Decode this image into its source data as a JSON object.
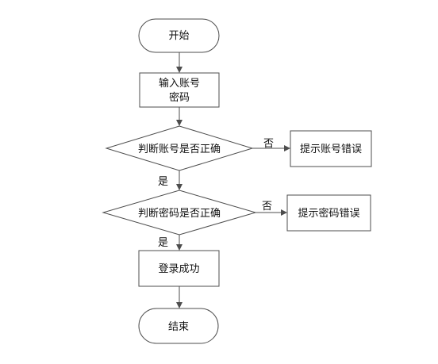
{
  "flowchart": {
    "start": "开始",
    "input_line1": "输入账号",
    "input_line2": "密码",
    "check_account": "判断账号是否正确",
    "account_error": "提示账号错误",
    "check_password": "判断密码是否正确",
    "password_error": "提示密码错误",
    "login_success": "登录成功",
    "end": "结束",
    "label_no_1": "否",
    "label_yes_1": "是",
    "label_no_2": "否",
    "label_yes_2": "是"
  },
  "colors": {
    "stroke": "#4d4d4d",
    "text": "#111111",
    "background": "#ffffff"
  }
}
